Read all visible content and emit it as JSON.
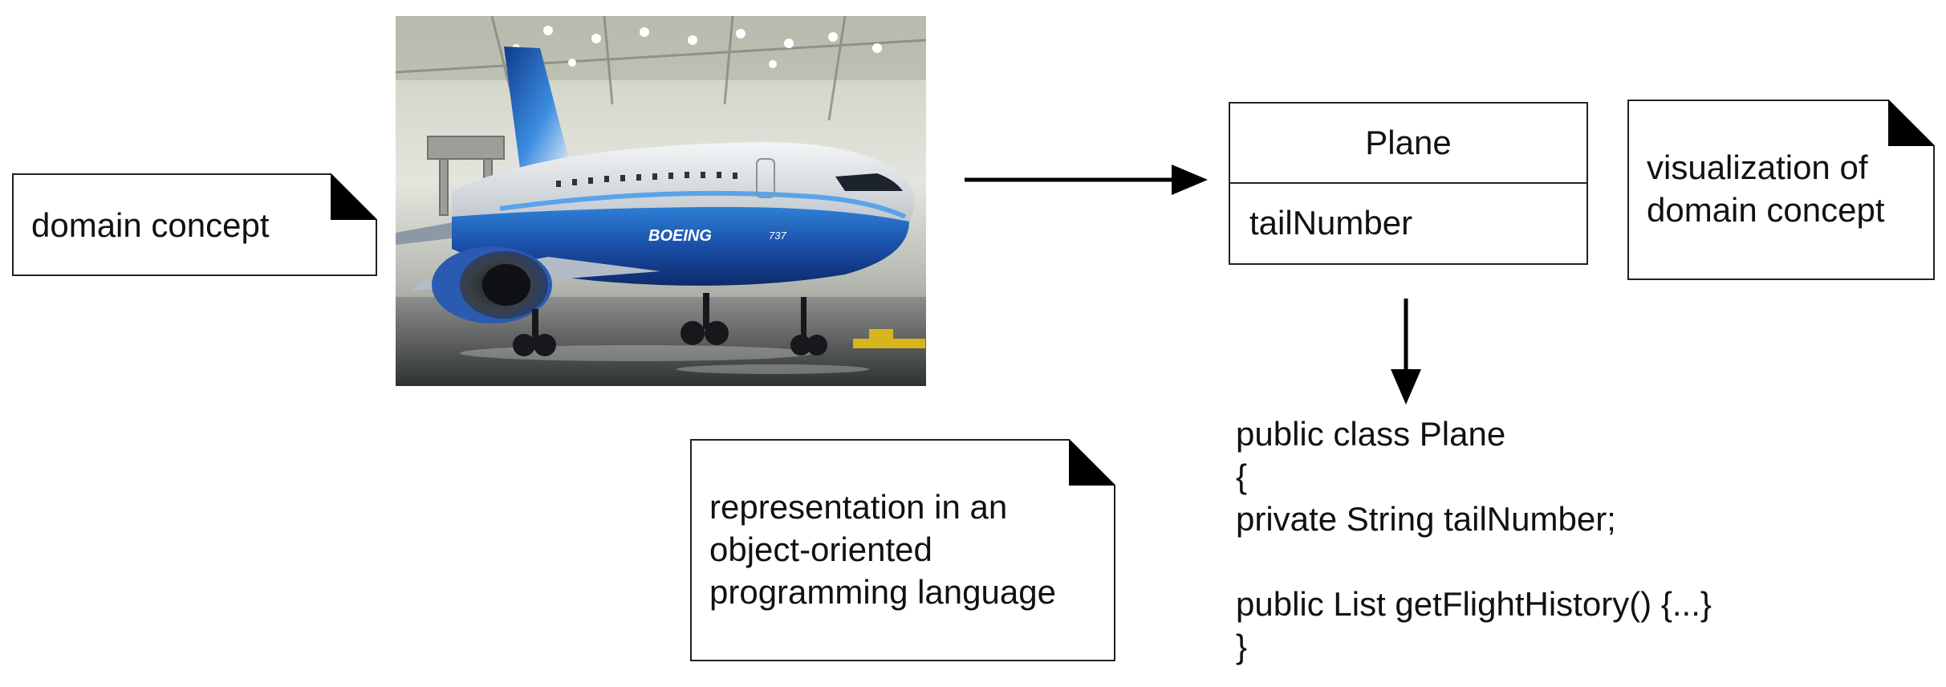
{
  "notes": {
    "domain_concept": "domain concept",
    "visualization": [
      "visualization of",
      "domain concept"
    ],
    "representation": [
      "representation in an",
      "object-oriented",
      "programming language"
    ]
  },
  "uml_class": {
    "name": "Plane",
    "attribute": "tailNumber"
  },
  "code_lines": [
    "public class Plane",
    "{",
    "private String tailNumber;",
    "",
    "public List getFlightHistory() {...}",
    "}"
  ],
  "photo": {
    "livery_text": "BOEING",
    "model_text": "737"
  },
  "colors": {
    "fuselage_blue": "#1a4fa8",
    "hangar_gray": "#d9ddd2"
  }
}
